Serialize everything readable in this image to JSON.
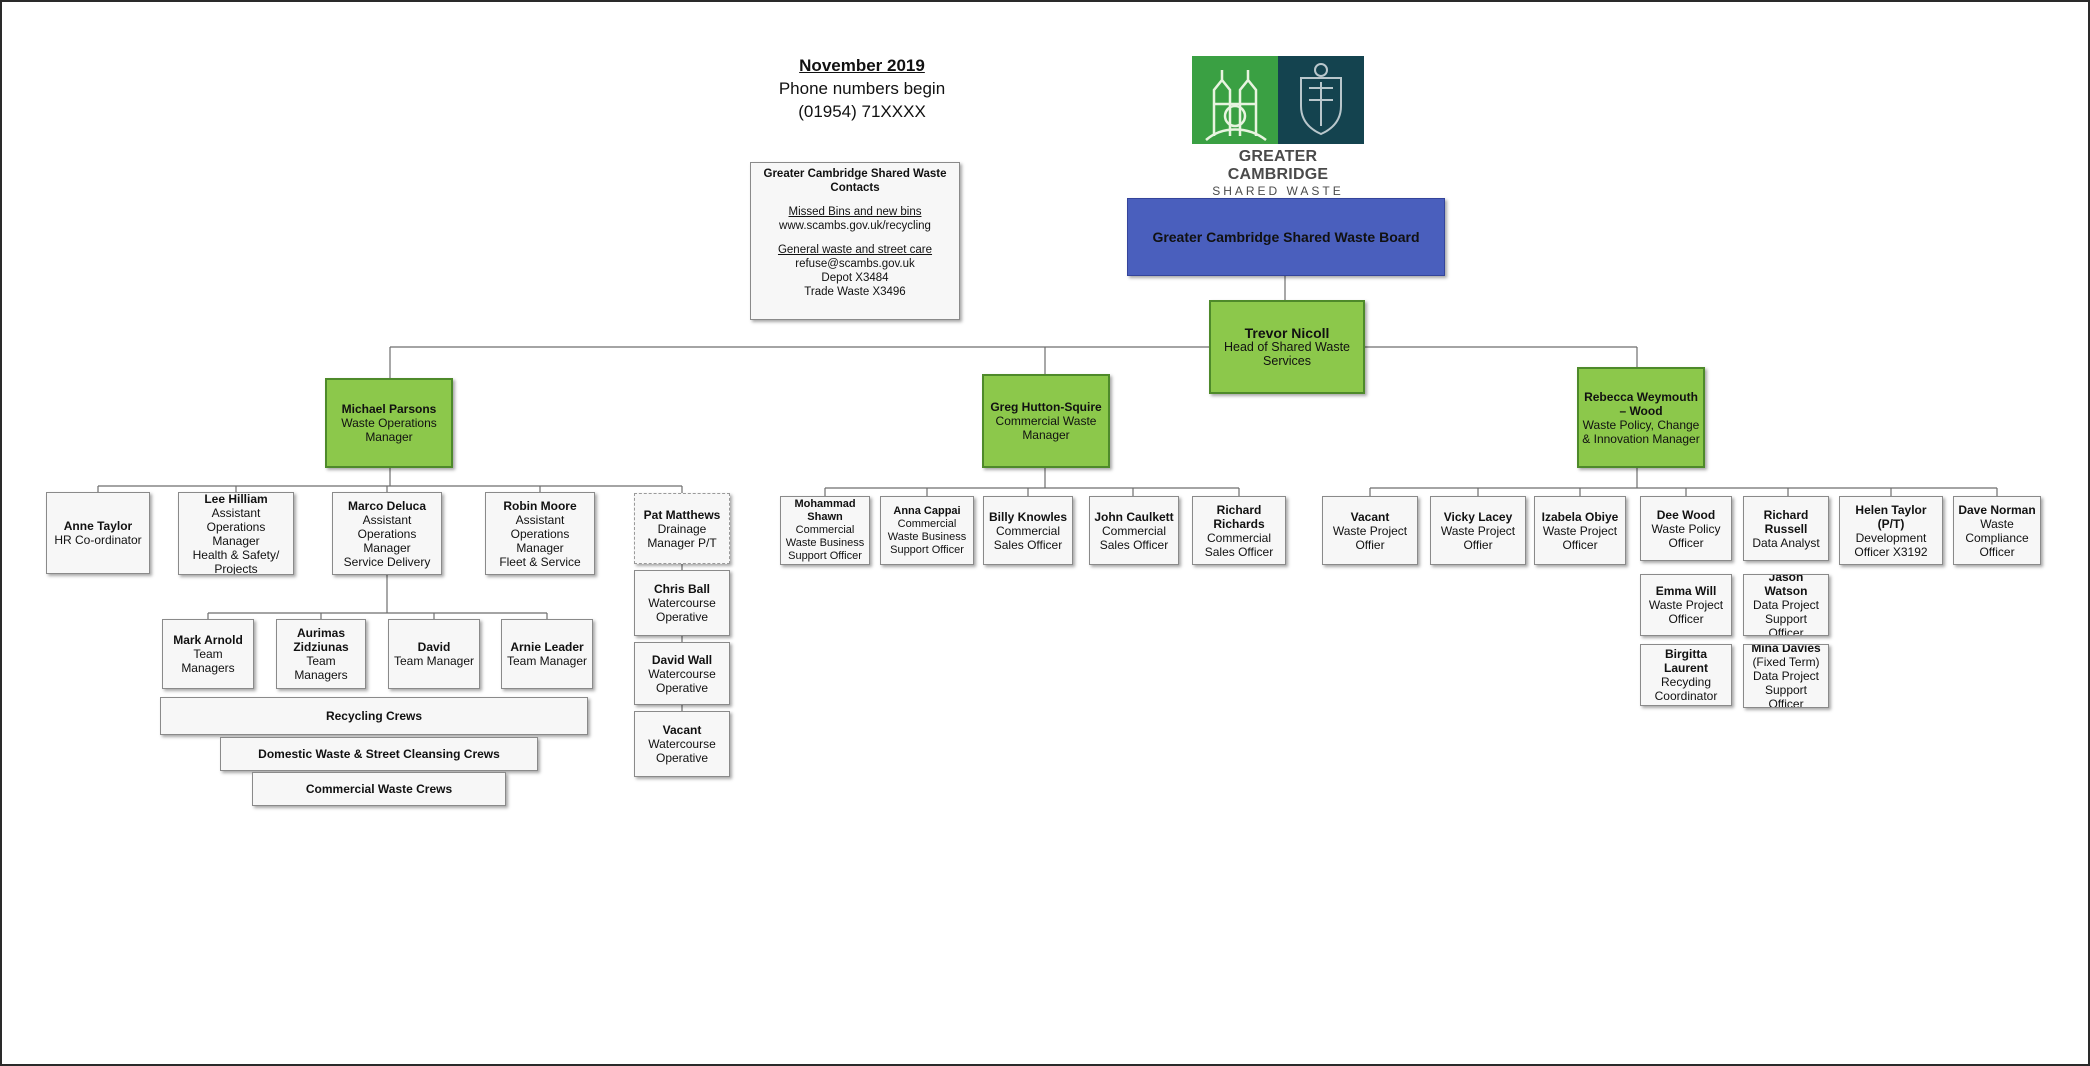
{
  "header": {
    "date": "November 2019",
    "line1": "Phone numbers begin",
    "line2": "(01954) 71XXXX"
  },
  "contacts": {
    "title": "Greater Cambridge Shared Waste Contacts",
    "section1": "Missed Bins and new bins",
    "section1_line1": "www.scambs.gov.uk/recycling",
    "section2": "General waste and street care",
    "section2_line1": "refuse@scambs.gov.uk",
    "section2_line2": "Depot X3484",
    "section2_line3": "Trade Waste X3496"
  },
  "logo": {
    "line1": "GREATER CAMBRIDGE",
    "line2": "SHARED WASTE",
    "colors": {
      "green": "#3aa043",
      "teal": "#14434f"
    }
  },
  "colors": {
    "board": "#4a5fbd",
    "manager": "#8cc84b",
    "staff": "#f7f7f7"
  },
  "board": {
    "name": "Greater Cambridge Shared Waste Board"
  },
  "head": {
    "name": "Trevor Nicoll",
    "role": "Head of Shared Waste Services"
  },
  "managers": {
    "operations": {
      "name": "Michael Parsons",
      "role": "Waste Operations Manager"
    },
    "commercial": {
      "name": "Greg Hutton-Squire",
      "role": "Commercial Waste Manager"
    },
    "policy": {
      "name": "Rebecca Weymouth – Wood",
      "role": "Waste Policy, Change & Innovation Manager"
    }
  },
  "operations_team": {
    "anne": {
      "name": "Anne Taylor",
      "role": "HR Co-ordinator"
    },
    "lee": {
      "name": "Lee Hilliam",
      "role": "Assistant Operations Manager",
      "role2": "Health & Safety/ Projects"
    },
    "marco": {
      "name": "Marco Deluca",
      "role": "Assistant Operations Manager",
      "role2": "Service Delivery"
    },
    "robin": {
      "name": "Robin Moore",
      "role": "Assistant Operations Manager",
      "role2": "Fleet & Service"
    },
    "pat": {
      "name": "Pat Matthews",
      "role": "Drainage Manager P/T"
    }
  },
  "team_managers": {
    "mark": {
      "name": "Mark Arnold",
      "role": "Team Managers"
    },
    "aurimas": {
      "name": "Aurimas Zidziunas",
      "role": "Team Managers"
    },
    "david": {
      "name": "David",
      "role": "Team Manager"
    },
    "arnie": {
      "name": "Arnie Leader",
      "role": "Team Manager"
    }
  },
  "crews": {
    "recycling": "Recycling Crews",
    "domestic": "Domestic Waste & Street Cleansing Crews",
    "commercial": "Commercial Waste Crews"
  },
  "drainage_team": {
    "chris": {
      "name": "Chris Ball",
      "role": "Watercourse Operative"
    },
    "davidwall": {
      "name": "David Wall",
      "role": "Watercourse Operative"
    },
    "vacant": {
      "name": "Vacant",
      "role": "Watercourse Operative"
    }
  },
  "commercial_team": {
    "mohammad": {
      "name": "Mohammad Shawn",
      "role": "Commercial Waste Business Support Officer"
    },
    "anna": {
      "name": "Anna Cappai",
      "role": "Commercial Waste Business Support Officer"
    },
    "billy": {
      "name": "Billy Knowles",
      "role": "Commercial Sales Officer"
    },
    "john": {
      "name": "John Caulkett",
      "role": "Commercial Sales Officer"
    },
    "richardr": {
      "name": "Richard Richards",
      "role": "Commercial Sales Officer"
    }
  },
  "policy_team": {
    "vacant": {
      "name": "Vacant",
      "role": "Waste Project Offier"
    },
    "vicky": {
      "name": "Vicky Lacey",
      "role": "Waste Project Offier"
    },
    "izabela": {
      "name": "Izabela Obiye",
      "role": "Waste Project Officer"
    },
    "dee": {
      "name": "Dee Wood",
      "role": "Waste Policy Officer"
    },
    "richard": {
      "name": "Richard Russell",
      "role": "Data Analyst"
    },
    "helen": {
      "name": "Helen Taylor (P/T)",
      "role": "Development Officer X3192"
    },
    "dave": {
      "name": "Dave Norman",
      "role": "Waste Compliance Officer"
    },
    "emma": {
      "name": "Emma Will",
      "role": "Waste Project Officer"
    },
    "jason": {
      "name": "Jason Watson",
      "role": "Data Project Support Officer"
    },
    "birgitta": {
      "name": "Birgitta Laurent",
      "role": "Recyding Coordinator"
    },
    "mina": {
      "name": "Mina Davies",
      "role": "(Fixed Term) Data Project Support Officer"
    }
  }
}
